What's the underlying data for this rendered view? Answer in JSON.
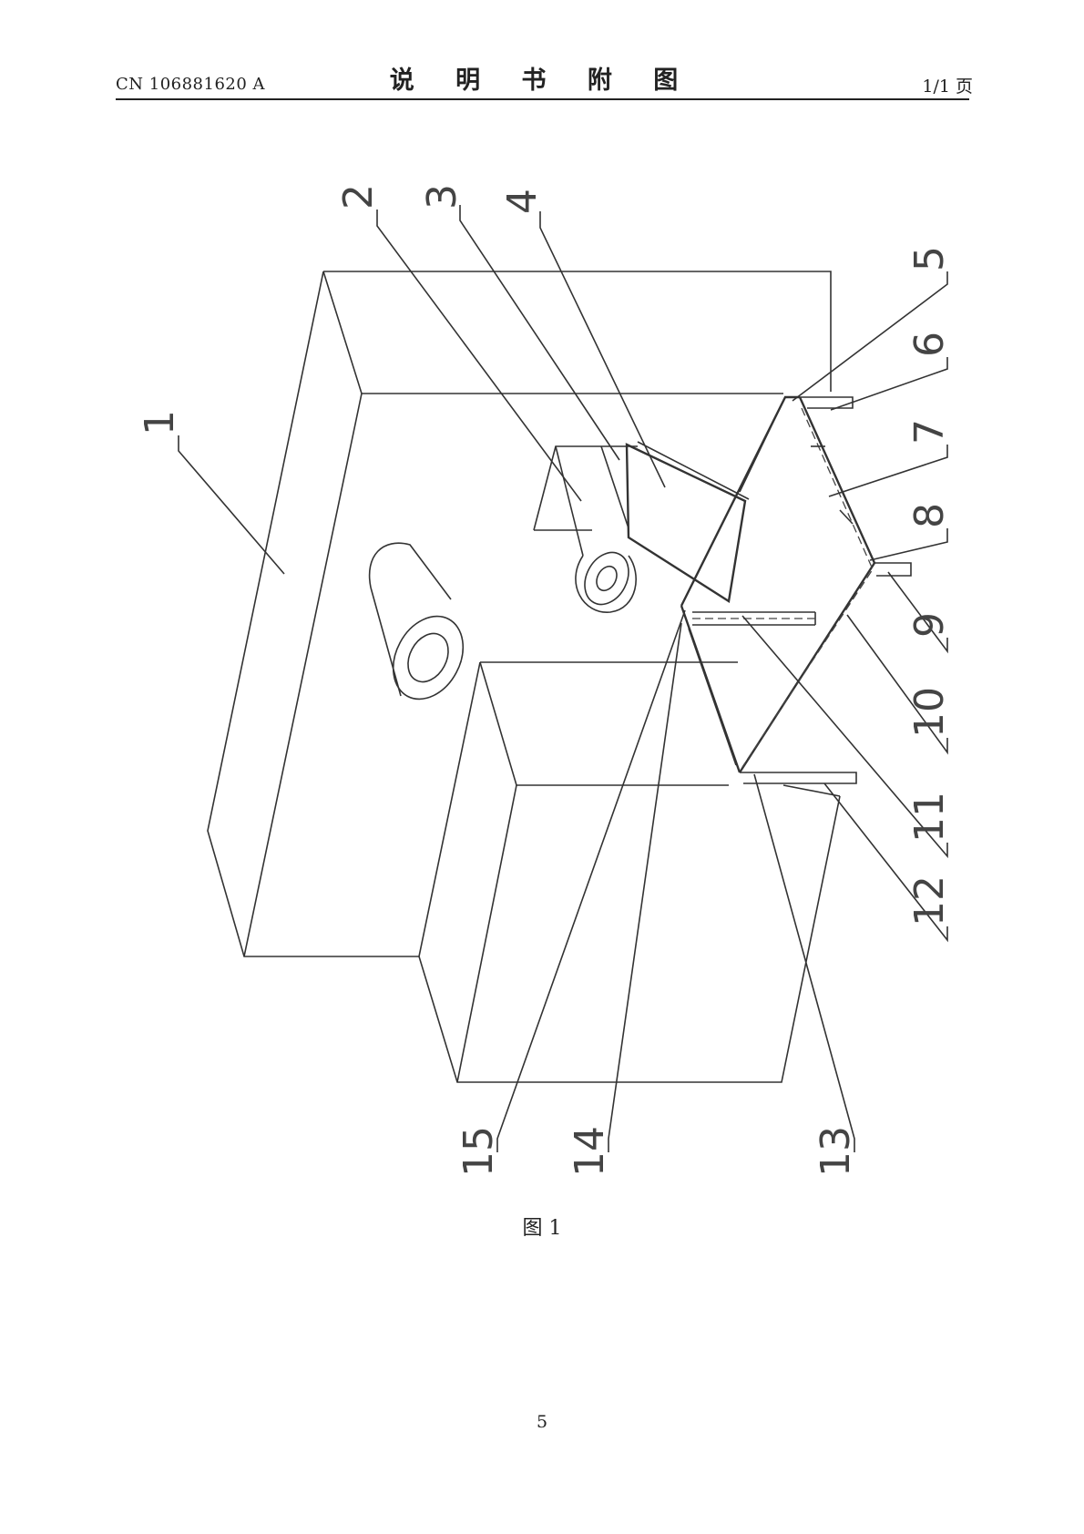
{
  "header": {
    "doc_number": "CN 106881620 A",
    "section_title": "说 明 书 附 图",
    "page_of": "1/1 页"
  },
  "figure": {
    "caption": "图 1",
    "callouts": [
      "1",
      "2",
      "3",
      "4",
      "5",
      "6",
      "7",
      "8",
      "9",
      "10",
      "11",
      "12",
      "13",
      "14",
      "15"
    ]
  },
  "footer": {
    "page_number": "5"
  }
}
